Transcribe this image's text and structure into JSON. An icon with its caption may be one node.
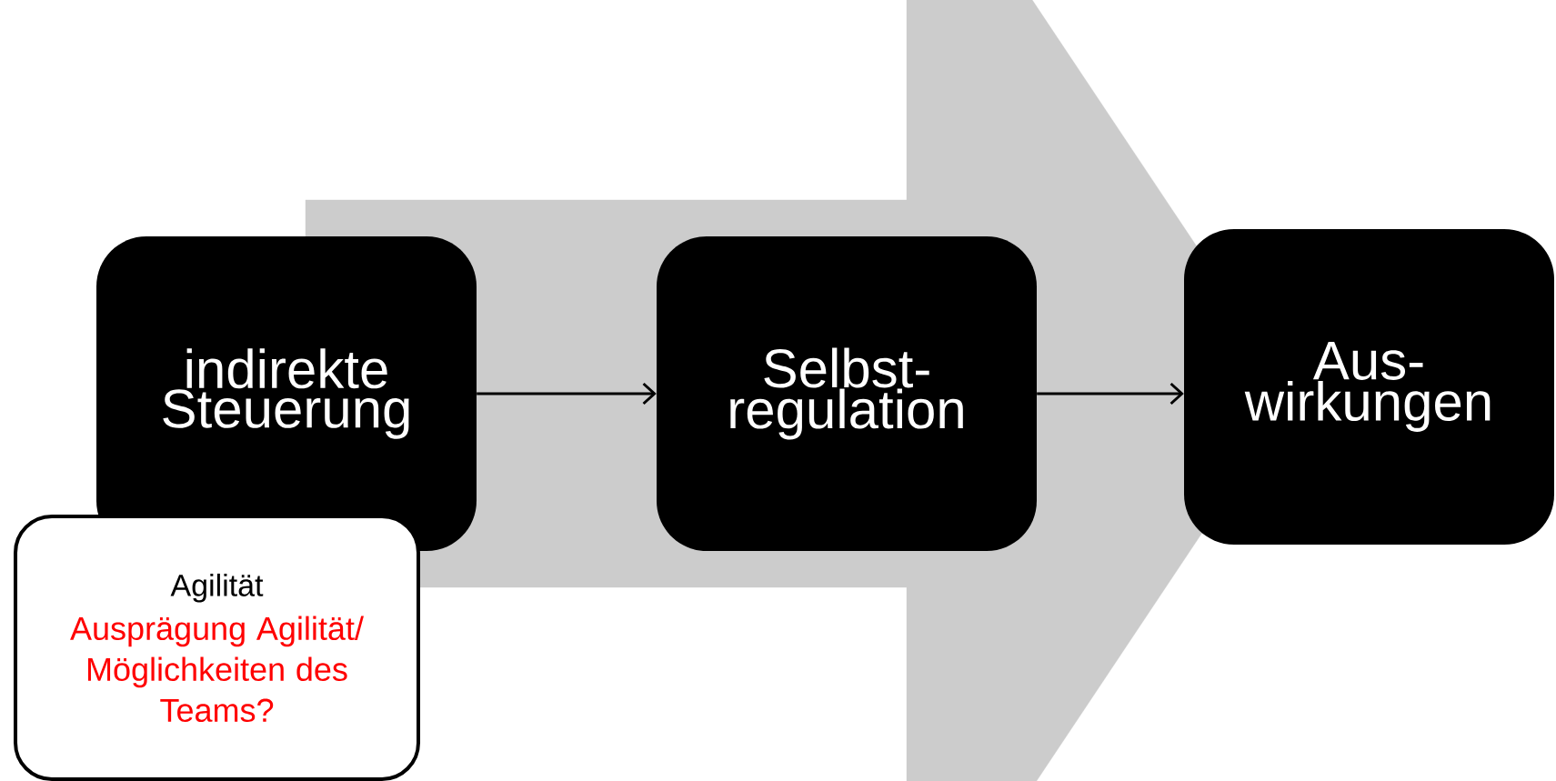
{
  "diagram": {
    "nodes": [
      {
        "text": [
          "indirekte Steuerung"
        ]
      },
      {
        "text": [
          "Selbst- regulation"
        ]
      },
      {
        "text": [
          "Aus- wirkungen"
        ]
      },
      {
        "text": [
          "Agilität",
          "Ausprägung Agilität/ Möglichkeiten des Teams?"
        ]
      }
    ],
    "edges": [
      {
        "from": 0,
        "to": 1,
        "arrow": "to"
      },
      {
        "from": 1,
        "to": 2,
        "arrow": "to"
      },
      {
        "from": 0,
        "to": 2,
        "arrow": "to",
        "style": "thick",
        "color": "#cccccc"
      }
    ]
  }
}
